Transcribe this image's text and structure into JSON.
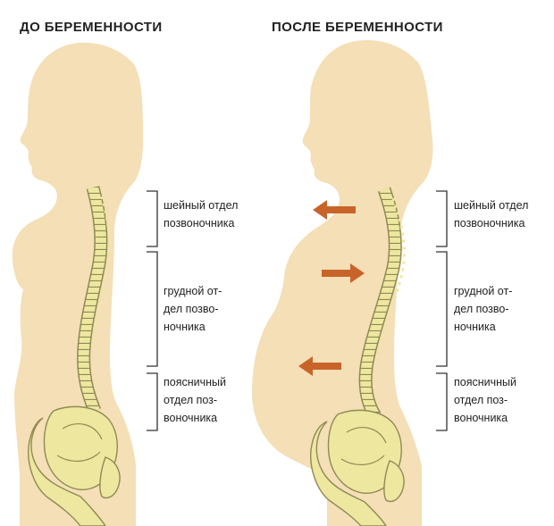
{
  "titles": {
    "before": "ДО БЕРЕМЕННОСТИ",
    "after": "ПОСЛЕ БЕРЕМЕННОСТИ"
  },
  "left_labels": {
    "cervical": "шейный отдел\nпозвоночника",
    "thoracic": "грудной от-\nдел позво-\nночника",
    "lumbar": "поясничный\nотдел поз-\nвоночника"
  },
  "right_labels": {
    "cervical": "шейный отдел\nпозвоночника",
    "thoracic": "грудной от-\nдел позво-\nночника",
    "lumbar": "поясничный\nотдел поз-\nвоночника"
  },
  "colors": {
    "body": "#f4dfb6",
    "spine": "#ede7a0",
    "spine_outline": "#8f8a55",
    "arrow": "#c8642a",
    "bracket": "#333333"
  }
}
